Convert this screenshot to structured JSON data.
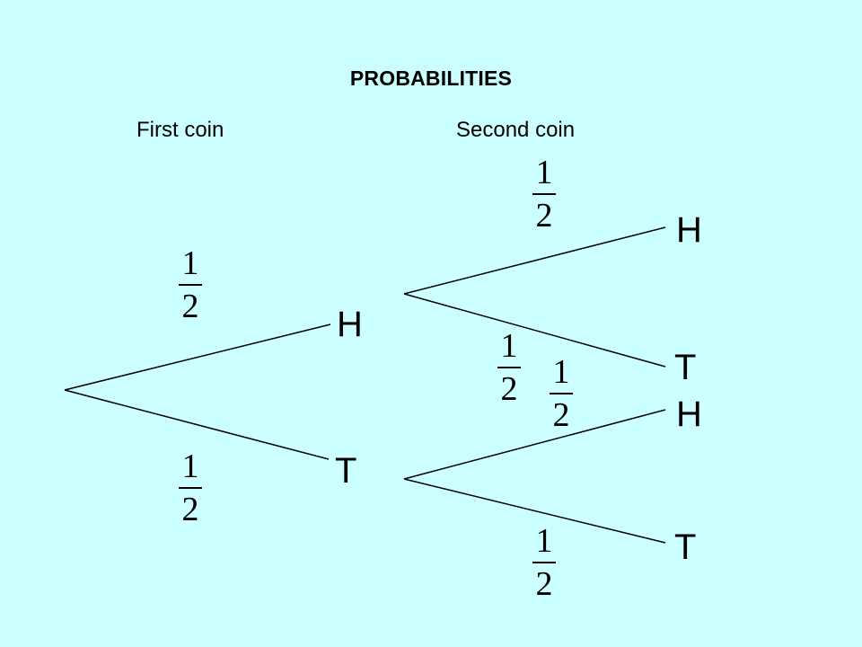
{
  "title": "PROBABILITIES",
  "labels": {
    "first_coin": "First coin",
    "second_coin": "Second coin"
  },
  "outcomes": {
    "first_h": "H",
    "first_t": "T",
    "second_hh": "H",
    "second_ht": "T",
    "second_th": "H",
    "second_tt": "T"
  },
  "probabilities": {
    "first_h": {
      "num": "1",
      "den": "2"
    },
    "first_t": {
      "num": "1",
      "den": "2"
    },
    "second_hh": {
      "num": "1",
      "den": "2"
    },
    "second_ht": {
      "num": "1",
      "den": "2"
    },
    "second_th": {
      "num": "1",
      "den": "2"
    },
    "second_tt": {
      "num": "1",
      "den": "2"
    }
  },
  "colors": {
    "background": "#ccffff",
    "ink": "#000000"
  }
}
